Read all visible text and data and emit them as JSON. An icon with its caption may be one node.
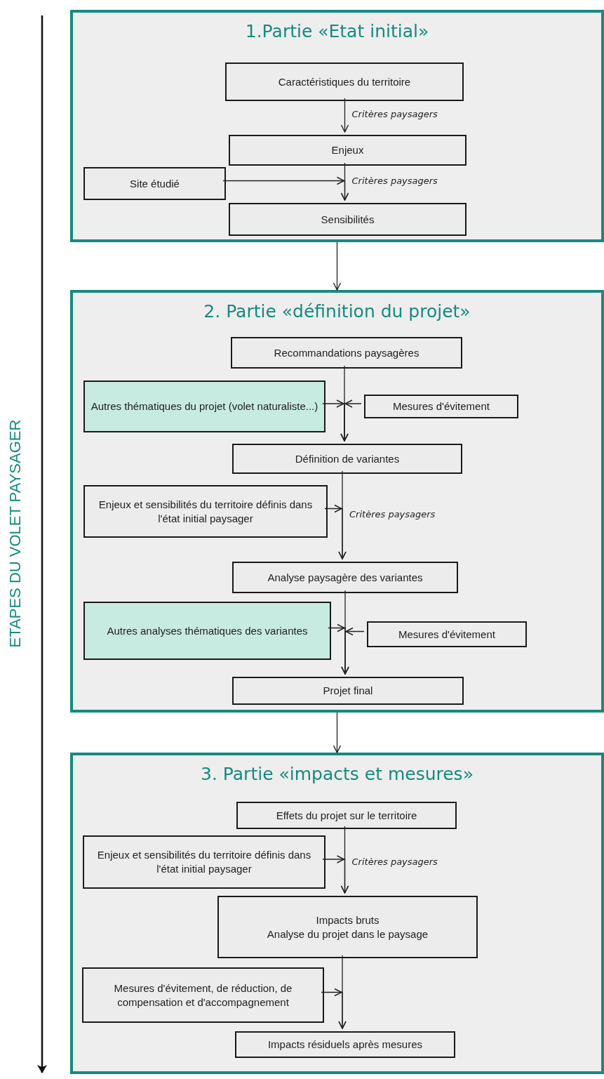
{
  "diagram": {
    "nodes": [
      {
        "text": [
          "1.Partie «Etat initial»"
        ]
      },
      {
        "text": [
          "Caractéristiques du territoire"
        ],
        "in": 0
      },
      {
        "text": [
          "Enjeux"
        ],
        "in": 0
      },
      {
        "text": [
          "Site étudié"
        ],
        "in": 0
      },
      {
        "text": [
          "Sensibilités"
        ],
        "in": 0
      },
      {
        "text": [
          "2. Partie «définition du projet»"
        ]
      },
      {
        "text": [
          "Recommandations paysagères"
        ],
        "in": 5
      },
      {
        "text": [
          "Autres thématiques du projet (volet naturaliste...)"
        ],
        "in": 5
      },
      {
        "text": [
          "Mesures d'évitement"
        ],
        "in": 5
      },
      {
        "text": [
          "Définition de variantes"
        ],
        "in": 5
      },
      {
        "text": [
          "Enjeux et sensibilités du territoire définis dans l'état initial paysager"
        ],
        "in": 5
      },
      {
        "text": [
          "Analyse paysagère des variantes"
        ],
        "in": 5
      },
      {
        "text": [
          "Autres analyses thématiques des variantes"
        ],
        "in": 5
      },
      {
        "text": [
          "Mesures d'évitement"
        ],
        "in": 5
      },
      {
        "text": [
          "Projet final"
        ],
        "in": 5
      },
      {
        "text": [
          "3. Partie «impacts et mesures»"
        ]
      },
      {
        "text": [
          "Effets du projet sur le territoire"
        ],
        "in": 15
      },
      {
        "text": [
          "Enjeux et sensibilités du territoire définis dans l'état initial paysager"
        ],
        "in": 15
      },
      {
        "text": [
          "Impacts bruts",
          "Analyse du projet dans le paysage"
        ],
        "in": 15
      },
      {
        "text": [
          "Mesures d'évitement, de réduction, de compensation et d'accompagnement"
        ],
        "in": 15
      },
      {
        "text": [
          "Impacts résiduels après mesures"
        ],
        "in": 15
      }
    ],
    "edges": [
      {
        "from": 1,
        "to": 2,
        "arrow": "to",
        "label": "Critères paysagers"
      },
      {
        "from": 2,
        "to": 4,
        "arrow": "to",
        "label": "Critères paysagers"
      },
      {
        "from": 3,
        "to": 4,
        "arrow": "to"
      },
      {
        "from": 0,
        "to": 5,
        "arrow": "to"
      },
      {
        "from": 6,
        "to": 9,
        "arrow": "to"
      },
      {
        "from": 7,
        "to": 9,
        "arrow": "to"
      },
      {
        "from": 8,
        "to": 9,
        "arrow": "to"
      },
      {
        "from": 9,
        "to": 11,
        "arrow": "to",
        "label": "Critères paysagers"
      },
      {
        "from": 10,
        "to": 11,
        "arrow": "to"
      },
      {
        "from": 11,
        "to": 14,
        "arrow": "to"
      },
      {
        "from": 12,
        "to": 14,
        "arrow": "to"
      },
      {
        "from": 13,
        "to": 14,
        "arrow": "to"
      },
      {
        "from": 5,
        "to": 15,
        "arrow": "to"
      },
      {
        "from": 16,
        "to": 18,
        "arrow": "to",
        "label": "Critères paysagers"
      },
      {
        "from": 17,
        "to": 18,
        "arrow": "to"
      },
      {
        "from": 18,
        "to": 20,
        "arrow": "to"
      },
      {
        "from": 19,
        "to": 20,
        "arrow": "to"
      }
    ],
    "labels": [
      "ETAPES DU VOLET PAYSAGER"
    ]
  }
}
